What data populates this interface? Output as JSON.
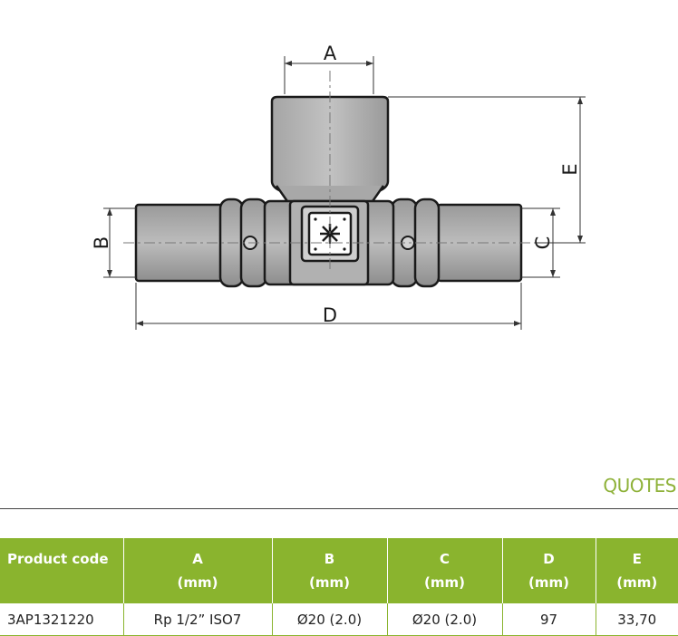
{
  "drawing": {
    "labels": {
      "a": "A",
      "b": "B",
      "c": "C",
      "d": "D",
      "e": "E"
    }
  },
  "section": {
    "title": "QUOTES"
  },
  "table": {
    "headers": [
      {
        "label": "Product code",
        "unit": ""
      },
      {
        "label": "A",
        "unit": "(mm)"
      },
      {
        "label": "B",
        "unit": "(mm)"
      },
      {
        "label": "C",
        "unit": "(mm)"
      },
      {
        "label": "D",
        "unit": "(mm)"
      },
      {
        "label": "E",
        "unit": "(mm)"
      }
    ],
    "rows": [
      [
        "3AP1321220",
        "Rp 1/2” ISO7",
        "Ø20 (2.0)",
        "Ø20 (2.0)",
        "97",
        "33,70"
      ]
    ]
  },
  "colors": {
    "accent": "#8ab42e",
    "quotes_text": "#8fb23a"
  }
}
